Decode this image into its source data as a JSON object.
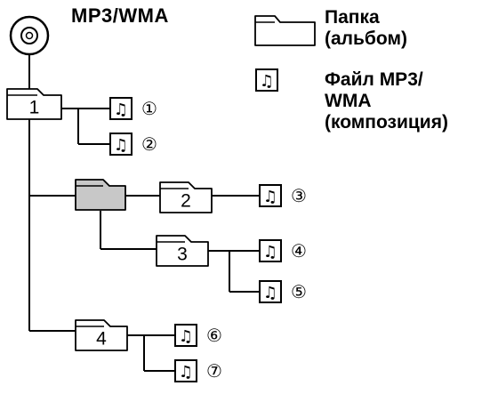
{
  "header": {
    "title": "MP3/WMA"
  },
  "legend": {
    "folder_label": "Папка\n(альбом)",
    "file_label": "Файл MP3/\nWMA\n(композиция)"
  },
  "diagram": {
    "folders": [
      {
        "label": "1"
      },
      {
        "label": "",
        "highlighted": true
      },
      {
        "label": "2"
      },
      {
        "label": "3"
      },
      {
        "label": "4"
      }
    ],
    "tracks": [
      "①",
      "②",
      "③",
      "④",
      "⑤",
      "⑥",
      "⑦"
    ]
  },
  "colors": {
    "line": "#000000",
    "folder_fill": "#ffffff",
    "folder_highlight": "#c8c8c8",
    "background": "#ffffff"
  },
  "icons": {
    "disc": "disc-icon",
    "folder": "folder-icon",
    "file": "music-file-icon"
  }
}
